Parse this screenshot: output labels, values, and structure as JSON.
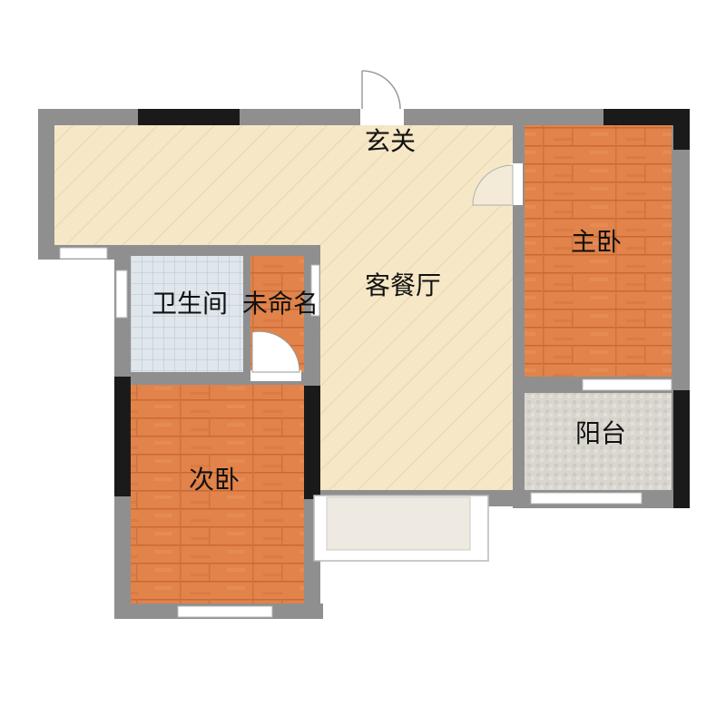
{
  "rooms": {
    "entrance": "玄关",
    "living_dining": "客餐厅",
    "master_bedroom": "主卧",
    "bathroom": "卫生间",
    "unnamed": "未命名",
    "second_bedroom": "次卧",
    "balcony": "阳台"
  },
  "colors": {
    "wall": "#8f8f8f",
    "wall_dark": "#1a1a1a",
    "living_floor": "#f6e7c6",
    "wood_floor": "#e1834a",
    "bath_tile": "#dfe6ec",
    "balcony_tile": "#d9d5cf",
    "window": "#ffffff"
  }
}
